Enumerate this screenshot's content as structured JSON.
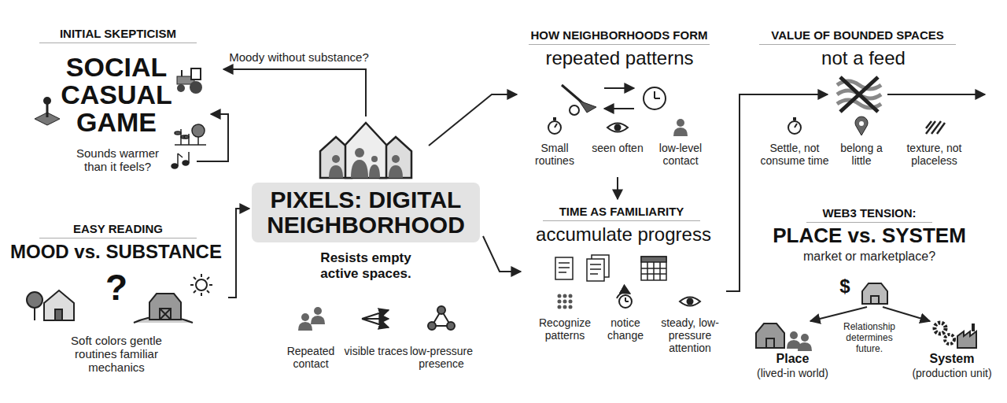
{
  "diagram": {
    "nodes": [
      {
        "text": [
          "INITIAL SKEPTICISM",
          "SOCIAL CASUAL GAME",
          "Sounds warmer than it feels?"
        ]
      },
      {
        "text": [
          "EASY READING",
          "MOOD vs. SUBSTANCE",
          "Soft colors gentle routines familiar mechanics"
        ]
      },
      {
        "text": [
          "PIXELS: DIGITAL NEIGHBORHOOD"
        ]
      },
      {
        "text": [
          "HOW NEIGHBORHOODS FORM",
          "repeated patterns",
          "Small routines",
          "seen often",
          "low-level contact"
        ]
      },
      {
        "text": [
          "TIME AS FAMILIARITY",
          "accumulate progress",
          "Recognize patterns",
          "notice change",
          "steady, low-pressure attention"
        ]
      },
      {
        "text": [
          "VALUE OF BOUNDED SPACES",
          "not a feed",
          "Settle, not consume time",
          "belong a little",
          "texture, not placeless"
        ]
      },
      {
        "text": [
          "WEB3 TENSION:",
          "PLACE vs. SYSTEM",
          "market or marketplace?"
        ]
      },
      {
        "text": [
          "Place",
          "(lived-in world)"
        ],
        "in": 6
      },
      {
        "text": [
          "System",
          "(production unit)"
        ],
        "in": 6
      }
    ],
    "edges": [
      {
        "from": 2,
        "to": 0,
        "arrow": "to",
        "label": "Moody without substance?"
      },
      {
        "from": 1,
        "to": 2,
        "arrow": "to"
      },
      {
        "from": 2,
        "to": 3,
        "arrow": "to"
      },
      {
        "from": 2,
        "to": 4,
        "arrow": "to"
      },
      {
        "from": 3,
        "to": 4,
        "arrow": "to"
      },
      {
        "from": 4,
        "to": 5,
        "arrow": "to"
      }
    ],
    "labels": [
      "Resists empty active spaces.",
      "Repeated contact",
      "visible traces",
      "low-pressure presence",
      "?",
      "$",
      "Relationship determines future."
    ]
  }
}
